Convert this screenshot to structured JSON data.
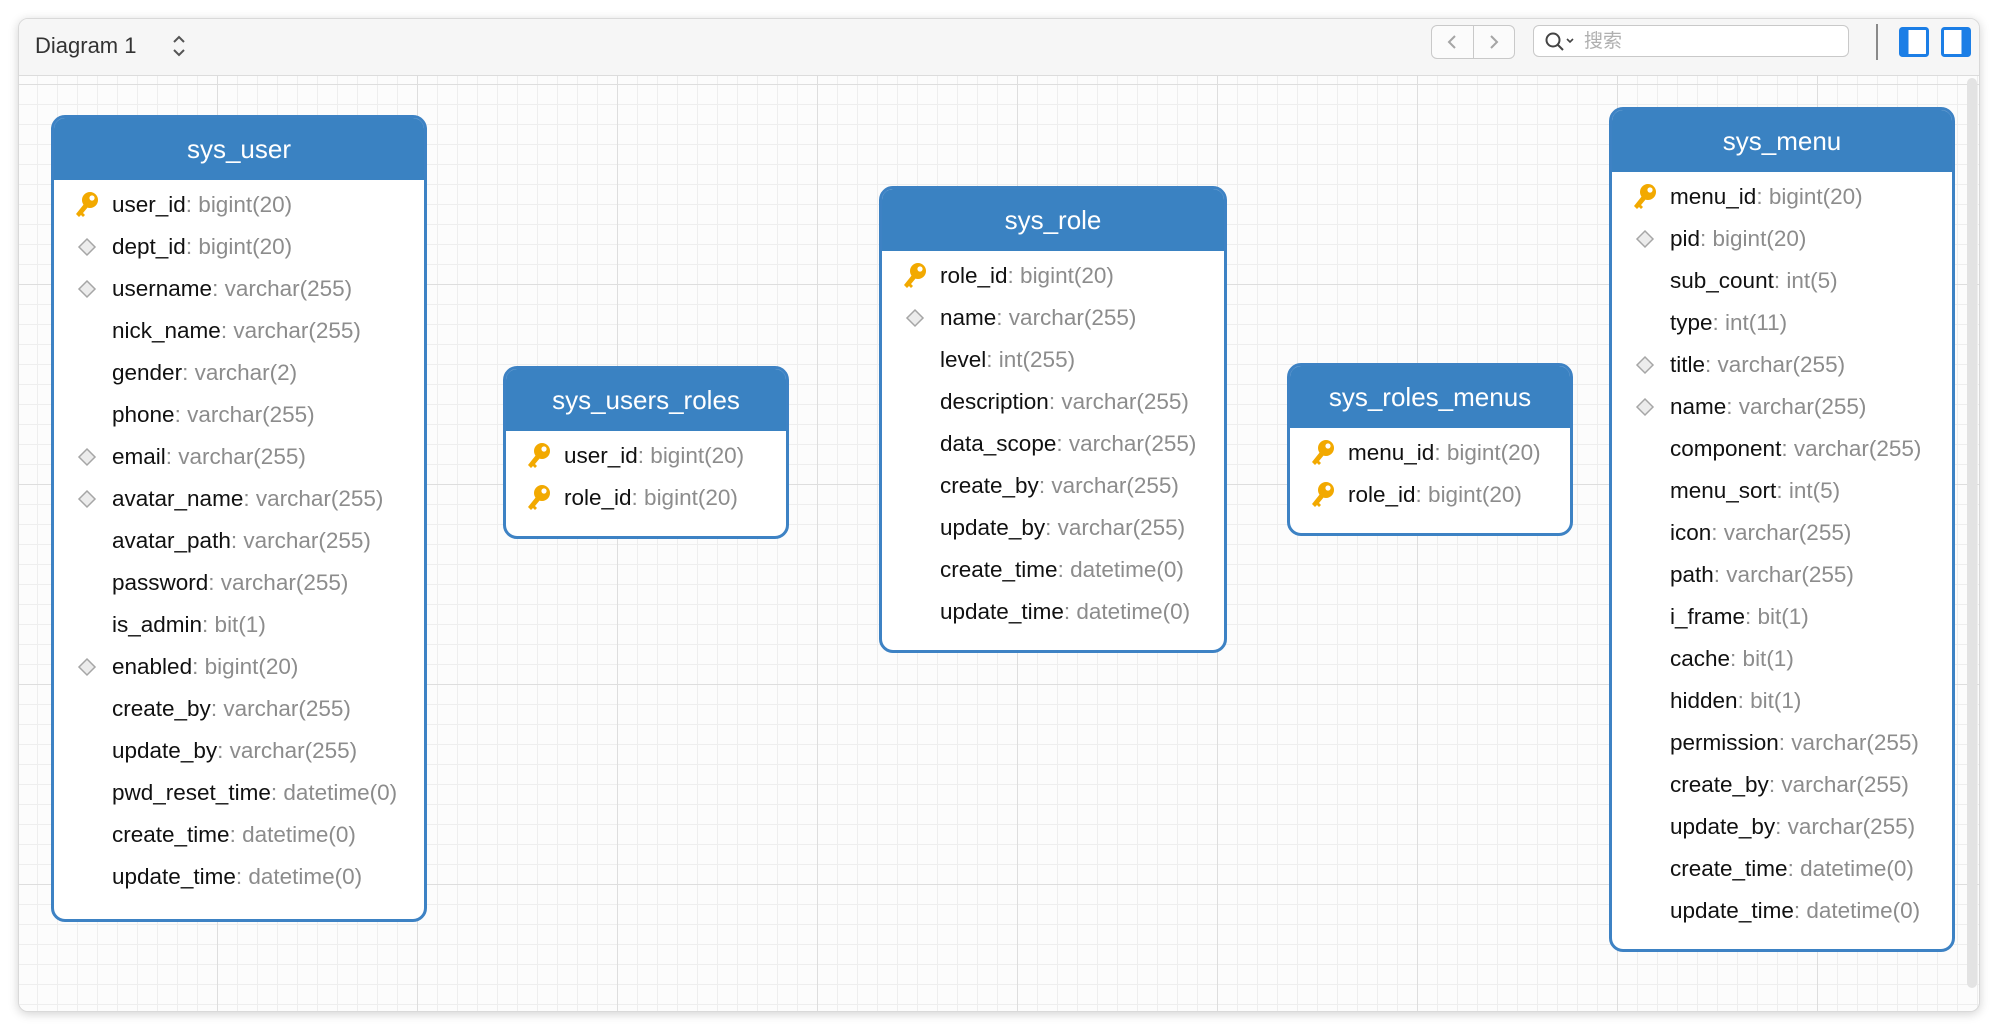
{
  "toolbar": {
    "diagram_name": "Diagram 1",
    "search_placeholder": "搜索"
  },
  "tables": [
    {
      "name": "sys_user",
      "columns": [
        {
          "name": "user_id",
          "type": ": bigint(20)",
          "marker": "key"
        },
        {
          "name": "dept_id",
          "type": ": bigint(20)",
          "marker": "index"
        },
        {
          "name": "username",
          "type": ": varchar(255)",
          "marker": "index"
        },
        {
          "name": "nick_name",
          "type": ": varchar(255)",
          "marker": "none"
        },
        {
          "name": "gender",
          "type": ": varchar(2)",
          "marker": "none"
        },
        {
          "name": "phone",
          "type": ": varchar(255)",
          "marker": "none"
        },
        {
          "name": "email",
          "type": ": varchar(255)",
          "marker": "index"
        },
        {
          "name": "avatar_name",
          "type": ": varchar(255)",
          "marker": "index"
        },
        {
          "name": "avatar_path",
          "type": ": varchar(255)",
          "marker": "none"
        },
        {
          "name": "password",
          "type": ": varchar(255)",
          "marker": "none"
        },
        {
          "name": "is_admin",
          "type": ": bit(1)",
          "marker": "none"
        },
        {
          "name": "enabled",
          "type": ": bigint(20)",
          "marker": "index"
        },
        {
          "name": "create_by",
          "type": ": varchar(255)",
          "marker": "none"
        },
        {
          "name": "update_by",
          "type": ": varchar(255)",
          "marker": "none"
        },
        {
          "name": "pwd_reset_time",
          "type": ": datetime(0)",
          "marker": "none"
        },
        {
          "name": "create_time",
          "type": ": datetime(0)",
          "marker": "none"
        },
        {
          "name": "update_time",
          "type": ": datetime(0)",
          "marker": "none"
        }
      ]
    },
    {
      "name": "sys_users_roles",
      "columns": [
        {
          "name": "user_id",
          "type": ": bigint(20)",
          "marker": "key"
        },
        {
          "name": "role_id",
          "type": ": bigint(20)",
          "marker": "key"
        }
      ]
    },
    {
      "name": "sys_role",
      "columns": [
        {
          "name": "role_id",
          "type": ": bigint(20)",
          "marker": "key"
        },
        {
          "name": "name",
          "type": ": varchar(255)",
          "marker": "index"
        },
        {
          "name": "level",
          "type": ": int(255)",
          "marker": "none"
        },
        {
          "name": "description",
          "type": ": varchar(255)",
          "marker": "none"
        },
        {
          "name": "data_scope",
          "type": ": varchar(255)",
          "marker": "none"
        },
        {
          "name": "create_by",
          "type": ": varchar(255)",
          "marker": "none"
        },
        {
          "name": "update_by",
          "type": ": varchar(255)",
          "marker": "none"
        },
        {
          "name": "create_time",
          "type": ": datetime(0)",
          "marker": "none"
        },
        {
          "name": "update_time",
          "type": ": datetime(0)",
          "marker": "none"
        }
      ]
    },
    {
      "name": "sys_roles_menus",
      "columns": [
        {
          "name": "menu_id",
          "type": ": bigint(20)",
          "marker": "key"
        },
        {
          "name": "role_id",
          "type": ": bigint(20)",
          "marker": "key"
        }
      ]
    },
    {
      "name": "sys_menu",
      "columns": [
        {
          "name": "menu_id",
          "type": ": bigint(20)",
          "marker": "key"
        },
        {
          "name": "pid",
          "type": ": bigint(20)",
          "marker": "index"
        },
        {
          "name": "sub_count",
          "type": ": int(5)",
          "marker": "none"
        },
        {
          "name": "type",
          "type": ": int(11)",
          "marker": "none"
        },
        {
          "name": "title",
          "type": ": varchar(255)",
          "marker": "index"
        },
        {
          "name": "name",
          "type": ": varchar(255)",
          "marker": "index"
        },
        {
          "name": "component",
          "type": ": varchar(255)",
          "marker": "none"
        },
        {
          "name": "menu_sort",
          "type": ": int(5)",
          "marker": "none"
        },
        {
          "name": "icon",
          "type": ": varchar(255)",
          "marker": "none"
        },
        {
          "name": "path",
          "type": ": varchar(255)",
          "marker": "none"
        },
        {
          "name": "i_frame",
          "type": ": bit(1)",
          "marker": "none"
        },
        {
          "name": "cache",
          "type": ": bit(1)",
          "marker": "none"
        },
        {
          "name": "hidden",
          "type": ": bit(1)",
          "marker": "none"
        },
        {
          "name": "permission",
          "type": ": varchar(255)",
          "marker": "none"
        },
        {
          "name": "create_by",
          "type": ": varchar(255)",
          "marker": "none"
        },
        {
          "name": "update_by",
          "type": ": varchar(255)",
          "marker": "none"
        },
        {
          "name": "create_time",
          "type": ": datetime(0)",
          "marker": "none"
        },
        {
          "name": "update_time",
          "type": ": datetime(0)",
          "marker": "none"
        }
      ]
    }
  ],
  "colors": {
    "header": "#3a82c2",
    "border": "#3d82c4",
    "key": "#f2a900",
    "field_type": "#8c8c8c"
  }
}
